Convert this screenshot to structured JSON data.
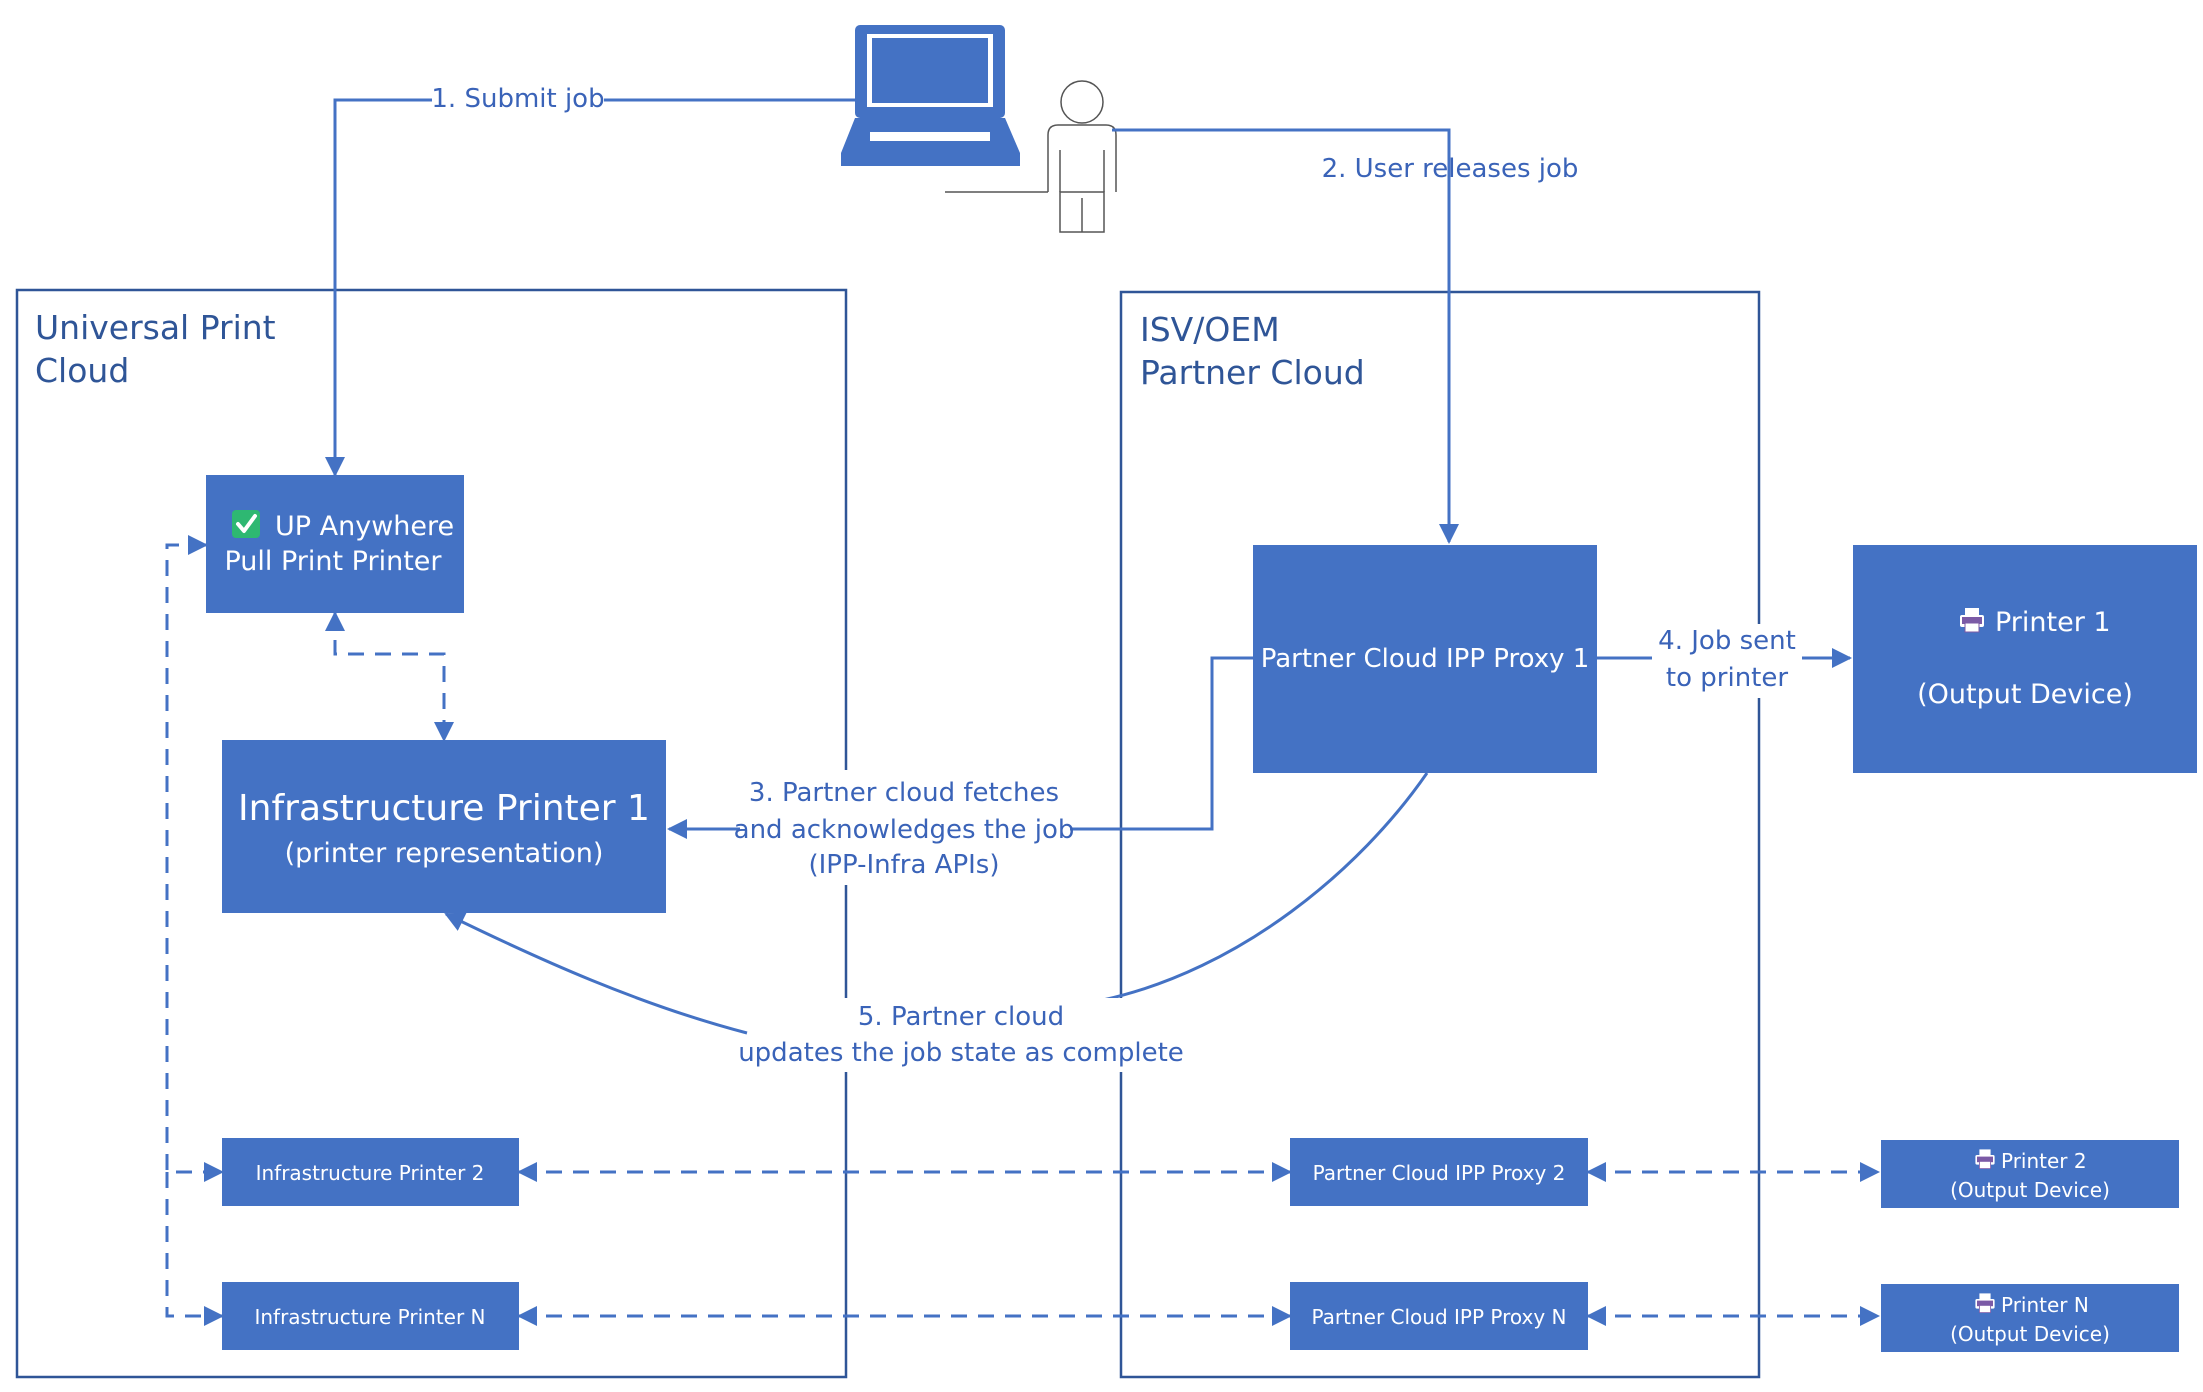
{
  "clouds": {
    "universal": {
      "line1": "Universal Print",
      "line2": "Cloud"
    },
    "partner": {
      "line1": "ISV/OEM",
      "line2": "Partner Cloud"
    }
  },
  "boxes": {
    "up_anywhere": {
      "line1": "UP Anywhere",
      "line2": "Pull Print Printer"
    },
    "infra1": {
      "line1": "Infrastructure Printer 1",
      "line2": "(printer representation)"
    },
    "proxy1": {
      "label": "Partner Cloud IPP Proxy 1"
    },
    "printer1": {
      "line1": "Printer 1",
      "line2": "(Output Device)"
    },
    "infra2": {
      "label": "Infrastructure Printer 2"
    },
    "infraN": {
      "label": "Infrastructure Printer N"
    },
    "proxy2": {
      "label": "Partner Cloud IPP Proxy 2"
    },
    "proxyN": {
      "label": "Partner Cloud IPP Proxy N"
    },
    "printer2": {
      "line1": "Printer 2",
      "line2": "(Output Device)"
    },
    "printerN": {
      "line1": "Printer N",
      "line2": "(Output Device)"
    }
  },
  "steps": {
    "s1": "1. Submit job",
    "s2": "2. User releases job",
    "s3": {
      "line1": "3. Partner cloud fetches",
      "line2": "and acknowledges the job",
      "line3": "(IPP-Infra APIs)"
    },
    "s4": {
      "line1": "4. Job sent",
      "line2": "to printer"
    },
    "s5": {
      "line1": "5. Partner cloud",
      "line2": "updates the job state as complete"
    }
  },
  "icons": {
    "laptop": "laptop-icon",
    "user": "user-icon",
    "check": "checkmark-icon",
    "printer": "printer-icon"
  },
  "colors": {
    "box_fill": "#4472C4",
    "line": "#4472C4",
    "frame": "#2F5597",
    "text": "#3A63B8",
    "title": "#2F5597",
    "check": "#2EB872"
  }
}
